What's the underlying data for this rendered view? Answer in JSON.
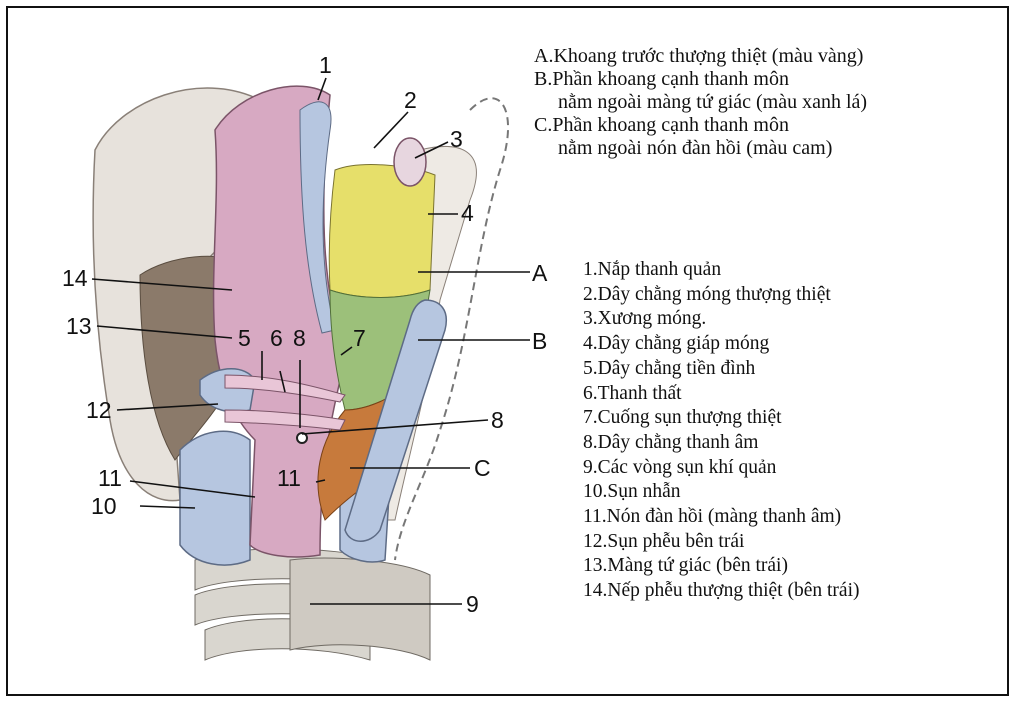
{
  "zone_legend": [
    {
      "letter": "A",
      "line1": "A.Khoang trước thượng thiệt (màu vàng)",
      "line2": ""
    },
    {
      "letter": "B",
      "line1": "B.Phần khoang cạnh thanh môn",
      "line2": "nằm ngoài màng tứ giác (màu xanh lá)"
    },
    {
      "letter": "C",
      "line1": "C.Phần khoang cạnh thanh môn",
      "line2": "nằm ngoài nón đàn hồi (màu cam)"
    }
  ],
  "structures": [
    "1.Nắp thanh quản",
    "2.Dây chằng móng thượng thiệt",
    "3.Xương móng.",
    "4.Dây chằng giáp móng",
    "5.Dây chằng tiền đình",
    "6.Thanh thất",
    "7.Cuống sụn thượng thiệt",
    "8.Dây chằng thanh âm",
    "9.Các vòng sụn khí quản",
    "10.Sụn nhẫn",
    "11.Nón đàn hồi (màng thanh âm)",
    "12.Sụn phễu bên trái",
    "13.Màng tứ giác (bên trái)",
    "14.Nếp phễu thượng thiệt (bên trái)"
  ],
  "callouts": {
    "n1": "1",
    "n2": "2",
    "n3": "3",
    "n4": "4",
    "n5": "5",
    "n6": "6",
    "n7": "7",
    "n8a": "8",
    "n8b": "8",
    "n9": "9",
    "n10": "10",
    "n11a": "11",
    "n11b": "11",
    "n12": "12",
    "n13": "13",
    "n14": "14",
    "A": "A",
    "B": "B",
    "C": "C"
  },
  "colors": {
    "zone_A": "#e6df6a",
    "zone_B": "#9cc07a",
    "zone_C": "#c77a3c",
    "mucosa": "#d7a9c2",
    "cartilage": "#b6c6e0"
  }
}
